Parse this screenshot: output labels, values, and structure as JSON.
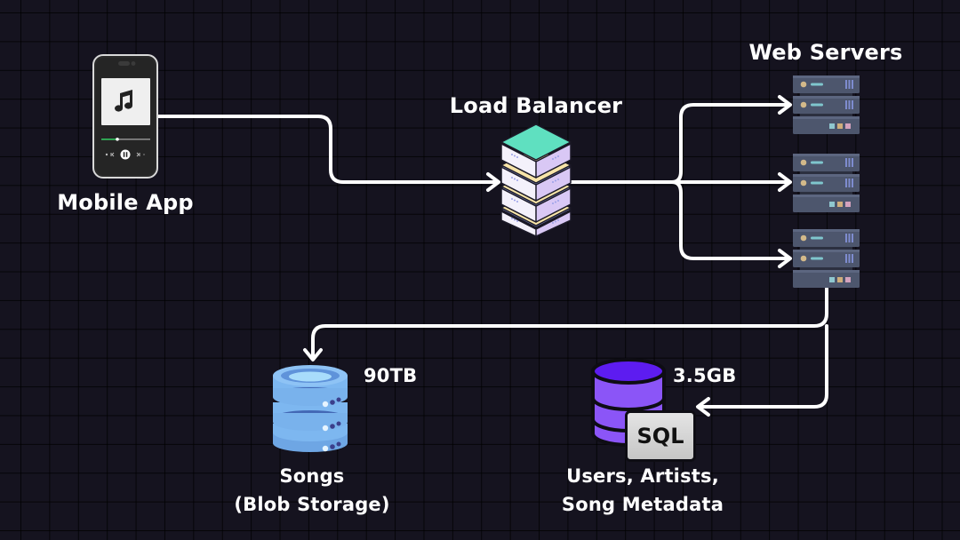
{
  "diagram": {
    "title": "Music streaming system architecture",
    "nodes": {
      "mobile_app": {
        "label": "Mobile App",
        "icon": "smartphone-music-player-icon"
      },
      "load_balancer": {
        "label": "Load Balancer",
        "icon": "load-balancer-stack-icon"
      },
      "web_servers": {
        "label": "Web Servers",
        "count": 3,
        "icon": "server-rack-icon"
      },
      "blob_storage": {
        "label_line1": "Songs",
        "label_line2": "(Blob Storage)",
        "size": "90TB",
        "icon": "blob-database-icon"
      },
      "sql_db": {
        "label_line1": "Users, Artists,",
        "label_line2": "Song Metadata",
        "size": "3.5GB",
        "badge": "SQL",
        "icon": "sql-database-icon"
      }
    },
    "edges": [
      {
        "from": "Mobile App",
        "to": "Load Balancer"
      },
      {
        "from": "Load Balancer",
        "to": "Web Server 1"
      },
      {
        "from": "Load Balancer",
        "to": "Web Server 2"
      },
      {
        "from": "Load Balancer",
        "to": "Web Server 3"
      },
      {
        "from": "Web Servers",
        "to": "Songs (Blob Storage)"
      },
      {
        "from": "Web Servers",
        "to": "Users, Artists, Song Metadata"
      }
    ],
    "colors": {
      "background": "#15131f",
      "connector": "#ffffff",
      "lb_top": "#5fe0c0",
      "lb_side": "#d9c8f5",
      "server_body": "#4d566d",
      "blob": "#7db7f0",
      "sql": "#8b55f7",
      "sql_top": "#5d1cf0"
    }
  }
}
